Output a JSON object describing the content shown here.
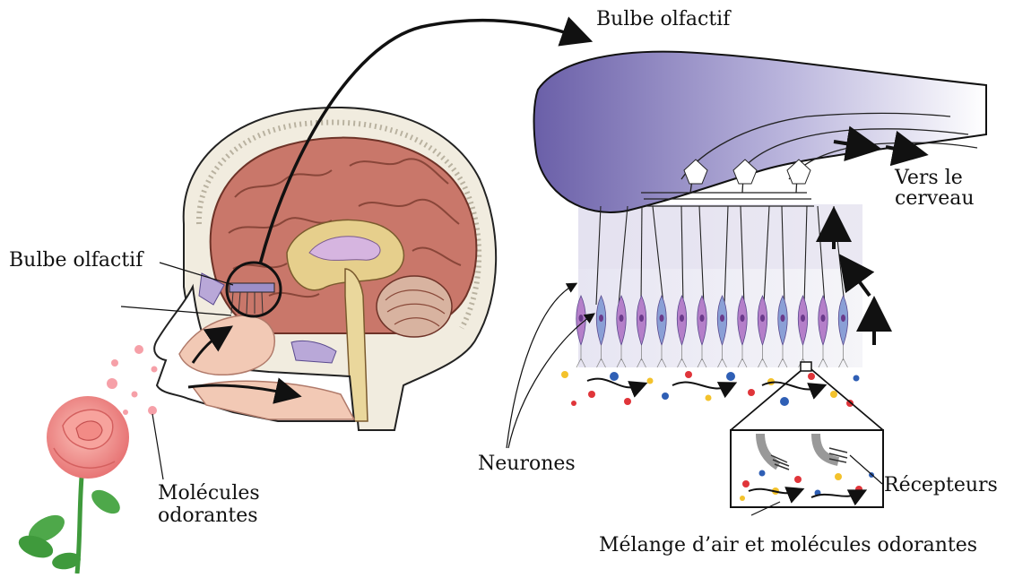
{
  "labels": {
    "bulbe_top": "Bulbe olfactif",
    "bulbe_left": "Bulbe olfactif",
    "vers_line1": "Vers le",
    "vers_line2": "cerveau",
    "neurones": "Neurones",
    "molecules_line1": "Molécules",
    "molecules_line2": "odorantes",
    "recepteurs": "Récepteurs",
    "melange": "Mélange d’air et molécules odorantes"
  },
  "colors": {
    "bulb_purple": "#6a5fa8",
    "brain_pink": "#c9776a",
    "skin": "#f2c9b5",
    "neuron_violet": "#b47fc9",
    "neuron_blue": "#8a9fd6",
    "rose_petal": "#f08a88",
    "stem_green": "#3f9a3c"
  }
}
